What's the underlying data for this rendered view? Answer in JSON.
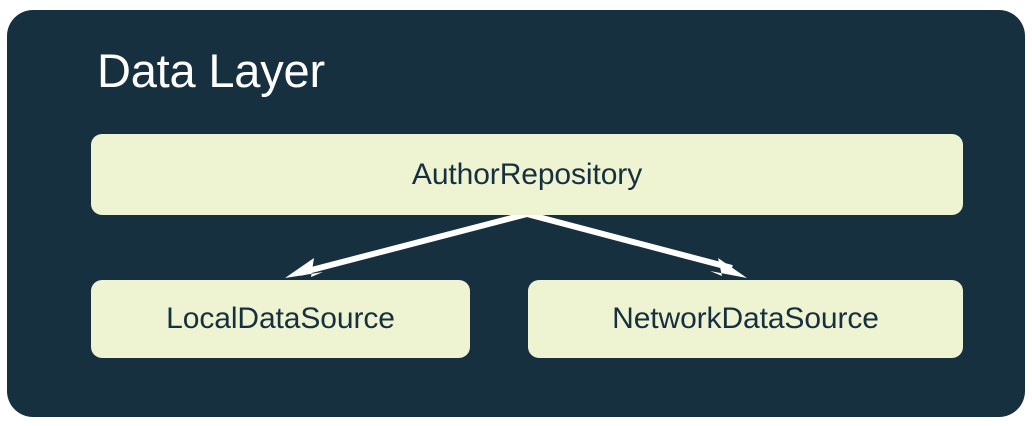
{
  "diagram": {
    "title": "Data Layer",
    "background_color": "#ffffff",
    "panel_color": "#173040",
    "node_color": "#eef3d2",
    "node_text_color": "#173040",
    "title_color": "#ffffff",
    "edge_color": "#ffffff",
    "nodes": [
      {
        "id": "repository",
        "label": "AuthorRepository"
      },
      {
        "id": "local",
        "label": "LocalDataSource"
      },
      {
        "id": "network",
        "label": "NetworkDataSource"
      }
    ],
    "edges": [
      {
        "from": "repository",
        "to": "local",
        "arrow": "open-arrowhead"
      },
      {
        "from": "repository",
        "to": "network",
        "arrow": "open-arrowhead"
      }
    ]
  }
}
